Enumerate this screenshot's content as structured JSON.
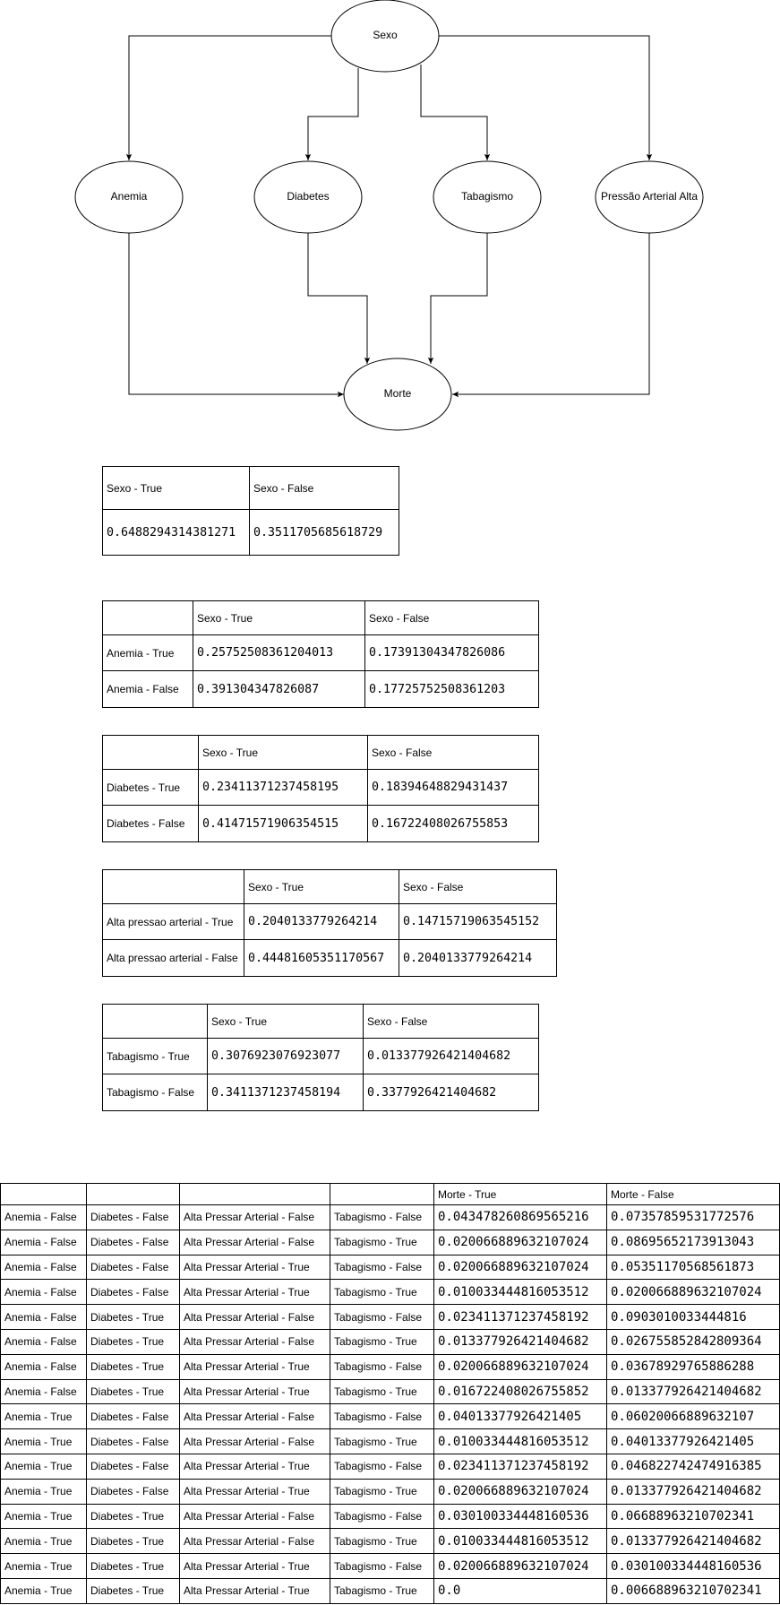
{
  "nodes": {
    "sexo": "Sexo",
    "anemia": "Anemia",
    "diabetes": "Diabetes",
    "tabagismo": "Tabagismo",
    "pressao": "Pressão Arterial Alta",
    "morte": "Morte"
  },
  "tables": {
    "sexo": {
      "header": [
        "Sexo - True",
        "Sexo - False"
      ],
      "values": [
        "0.6488294314381271",
        "0.3511705685618729"
      ]
    },
    "anemia": {
      "header": [
        "",
        "Sexo - True",
        "Sexo - False"
      ],
      "rows": [
        [
          "Anemia - True",
          "0.25752508361204013",
          "0.17391304347826086"
        ],
        [
          "Anemia - False",
          "0.391304347826087",
          "0.17725752508361203"
        ]
      ]
    },
    "diabetes": {
      "header": [
        "",
        "Sexo - True",
        "Sexo - False"
      ],
      "rows": [
        [
          "Diabetes - True",
          "0.23411371237458195",
          "0.18394648829431437"
        ],
        [
          "Diabetes - False",
          "0.41471571906354515",
          "0.16722408026755853"
        ]
      ]
    },
    "pressao": {
      "header": [
        "",
        "Sexo - True",
        "Sexo - False"
      ],
      "rows": [
        [
          "Alta pressao arterial - True",
          "0.2040133779264214",
          "0.14715719063545152"
        ],
        [
          "Alta pressao arterial - False",
          "0.44481605351170567",
          "0.2040133779264214"
        ]
      ]
    },
    "tabagismo": {
      "header": [
        "",
        "Sexo - True",
        "Sexo - False"
      ],
      "rows": [
        [
          "Tabagismo - True",
          "0.3076923076923077",
          "0.013377926421404682"
        ],
        [
          "Tabagismo - False",
          "0.3411371237458194",
          "0.3377926421404682"
        ]
      ]
    },
    "morte": {
      "header": [
        "",
        "",
        "",
        "",
        "Morte - True",
        "Morte - False"
      ],
      "rows": [
        [
          "Anemia - False",
          "Diabetes - False",
          "Alta Pressar Arterial - False",
          "Tabagismo - False",
          "0.043478260869565216",
          "0.07357859531772576"
        ],
        [
          "Anemia - False",
          "Diabetes - False",
          "Alta Pressar Arterial - False",
          "Tabagismo - True",
          "0.020066889632107024",
          "0.08695652173913043"
        ],
        [
          "Anemia - False",
          "Diabetes - False",
          "Alta Pressar Arterial - True",
          "Tabagismo - False",
          "0.020066889632107024",
          "0.05351170568561873"
        ],
        [
          "Anemia - False",
          "Diabetes - False",
          "Alta Pressar Arterial - True",
          "Tabagismo - True",
          "0.010033444816053512",
          "0.020066889632107024"
        ],
        [
          "Anemia - False",
          "Diabetes - True",
          "Alta Pressar Arterial - False",
          "Tabagismo - False",
          "0.023411371237458192",
          "0.0903010033444816"
        ],
        [
          "Anemia - False",
          "Diabetes - True",
          "Alta Pressar Arterial - False",
          "Tabagismo - True",
          "0.013377926421404682",
          "0.026755852842809364"
        ],
        [
          "Anemia - False",
          "Diabetes - True",
          "Alta Pressar Arterial - True",
          "Tabagismo - False",
          "0.020066889632107024",
          "0.03678929765886288"
        ],
        [
          "Anemia - False",
          "Diabetes - True",
          "Alta Pressar Arterial - True",
          "Tabagismo - True",
          "0.016722408026755852",
          "0.013377926421404682"
        ],
        [
          "Anemia - True",
          "Diabetes - False",
          "Alta Pressar Arterial - False",
          "Tabagismo - False",
          "0.04013377926421405",
          "0.06020066889632107"
        ],
        [
          "Anemia - True",
          "Diabetes - False",
          "Alta Pressar Arterial - False",
          "Tabagismo - True",
          "0.010033444816053512",
          "0.04013377926421405"
        ],
        [
          "Anemia - True",
          "Diabetes - False",
          "Alta Pressar Arterial - True",
          "Tabagismo - False",
          "0.023411371237458192",
          "0.046822742474916385"
        ],
        [
          "Anemia - True",
          "Diabetes - False",
          "Alta Pressar Arterial - True",
          "Tabagismo - True",
          "0.020066889632107024",
          "0.013377926421404682"
        ],
        [
          "Anemia - True",
          "Diabetes - True",
          "Alta Pressar Arterial - False",
          "Tabagismo - False",
          "0.030100334448160536",
          "0.06688963210702341"
        ],
        [
          "Anemia - True",
          "Diabetes - True",
          "Alta Pressar Arterial - False",
          "Tabagismo - True",
          "0.010033444816053512",
          "0.013377926421404682"
        ],
        [
          "Anemia - True",
          "Diabetes - True",
          "Alta Pressar Arterial - True",
          "Tabagismo - False",
          "0.020066889632107024",
          "0.030100334448160536"
        ],
        [
          "Anemia - True",
          "Diabetes - True",
          "Alta Pressar Arterial - True",
          "Tabagismo - True",
          "0.0",
          "0.006688963210702341"
        ]
      ]
    }
  }
}
